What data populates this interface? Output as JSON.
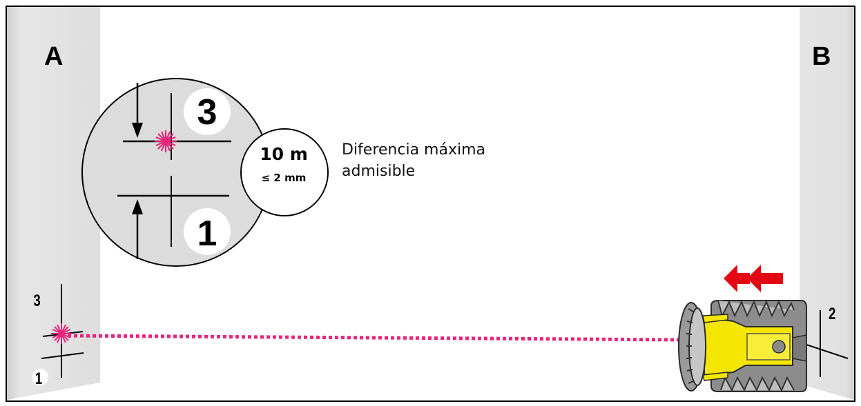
{
  "wall_labels": {
    "left": "A",
    "right": "B"
  },
  "detail": {
    "upper_mark": "3",
    "lower_mark": "1",
    "distance": "10 m",
    "tolerance": "≤ 2 mm"
  },
  "caption": {
    "line1": "Diferencia máxima",
    "line2": "admisible"
  },
  "wall_marks": {
    "left_upper": "3",
    "left_lower": "1",
    "right": "2"
  },
  "colors": {
    "laser": "#e8257a",
    "arrow": "#e30613",
    "device_body": "#f5e600",
    "wall": "#e1e1e1"
  },
  "icons": [
    "laser-starburst",
    "double-arrow-left",
    "laser-level-device"
  ]
}
